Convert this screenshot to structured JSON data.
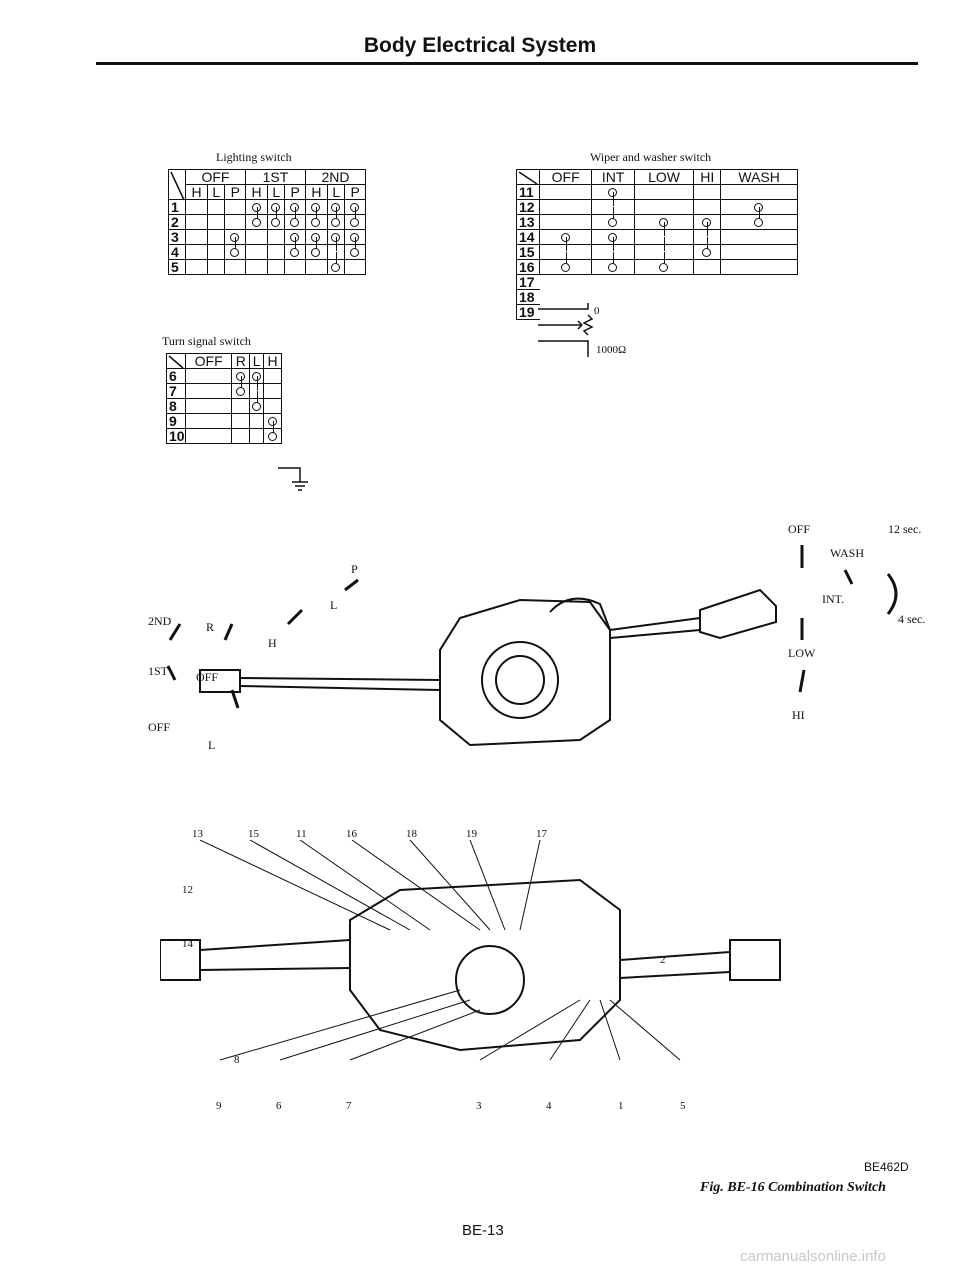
{
  "header": {
    "title": "Body Electrical System"
  },
  "lighting": {
    "caption": "Lighting switch",
    "groups": [
      "OFF",
      "1ST",
      "2ND"
    ],
    "subcols": [
      "H",
      "L",
      "P",
      "H",
      "L",
      "P",
      "H",
      "L",
      "P"
    ],
    "rows": [
      "1",
      "2",
      "3",
      "4",
      "5"
    ]
  },
  "turn": {
    "caption": "Turn signal switch",
    "cols": [
      "OFF",
      "R",
      "L",
      "H"
    ],
    "rows": [
      "6",
      "7",
      "8",
      "9",
      "10"
    ]
  },
  "wiper": {
    "caption": "Wiper and washer switch",
    "cols": [
      "OFF",
      "INT",
      "LOW",
      "HI",
      "WASH"
    ],
    "rows": [
      "11",
      "12",
      "13",
      "14",
      "15",
      "16",
      "17",
      "18",
      "19"
    ],
    "zero": "0",
    "resistor": "1000Ω"
  },
  "lever_left": {
    "p": "P",
    "l_top": "L",
    "h": "H",
    "second": "2ND",
    "r": "R",
    "first": "1ST",
    "off_mid": "OFF",
    "off_low": "OFF",
    "l_bottom": "L"
  },
  "lever_right": {
    "off": "OFF",
    "wash": "WASH",
    "t12": "12 sec.",
    "int": "INT.",
    "t4": "4 sec.",
    "low": "LOW",
    "hi": "HI"
  },
  "callouts_top": [
    "13",
    "15",
    "11",
    "16",
    "18",
    "19",
    "17"
  ],
  "callouts_side": [
    "12",
    "14",
    "2",
    "8"
  ],
  "callouts_bottom": [
    "9",
    "6",
    "7",
    "3",
    "4",
    "1",
    "5"
  ],
  "footer": {
    "code": "BE462D",
    "figure": "Fig. BE-16  Combination Switch",
    "page": "BE-13",
    "watermark": "carmanualsonline.info"
  }
}
